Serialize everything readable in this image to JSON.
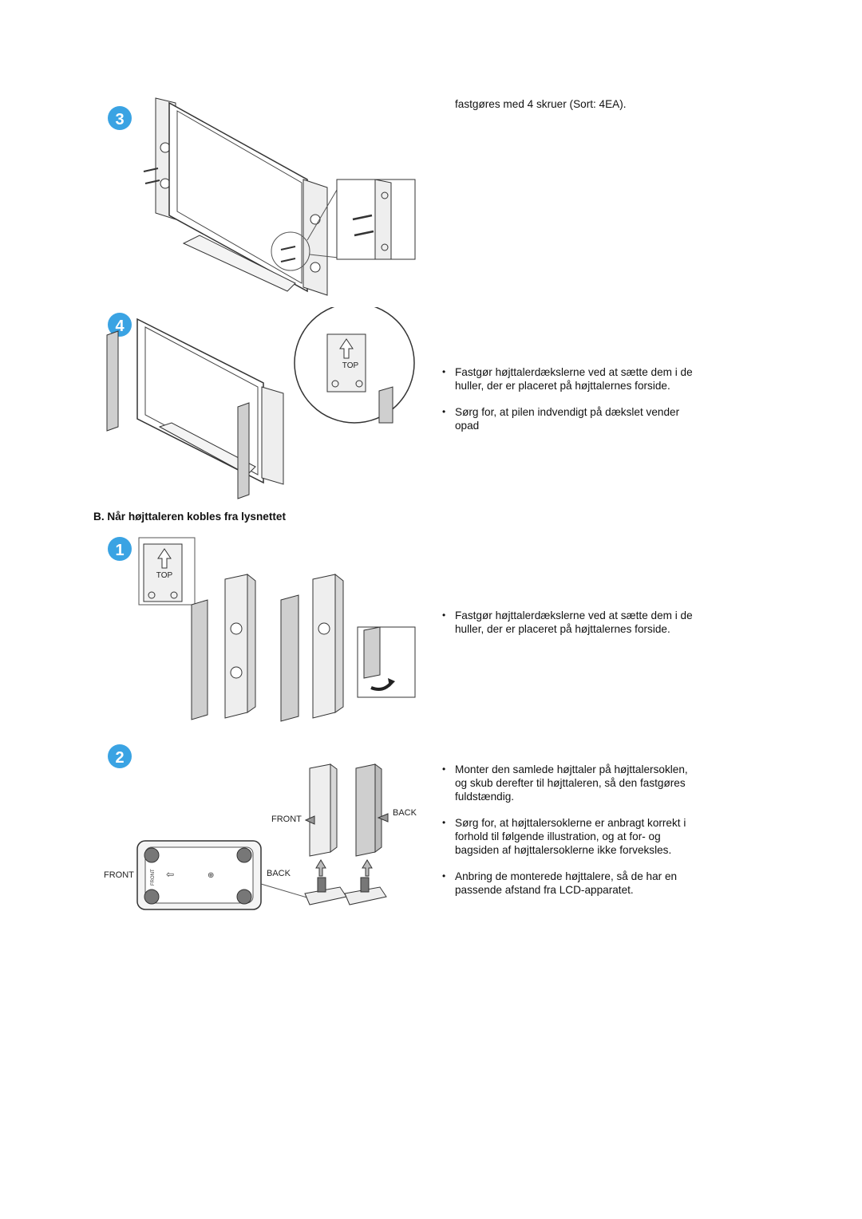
{
  "steps": {
    "s3": {
      "number": "3",
      "text": "fastgøres med 4 skruer (Sort: 4EA)."
    },
    "s4": {
      "number": "4",
      "top_label": "TOP",
      "bullets": [
        "Fastgør højttalerdækslerne ved at sætte dem i de huller, der er placeret på højttalernes forside.",
        "Sørg for, at pilen indvendigt på dækslet vender opad"
      ]
    }
  },
  "section_b": {
    "heading": "B. Når højttaleren kobles fra lysnettet",
    "step1": {
      "number": "1",
      "top_label": "TOP",
      "bullets": [
        "Fastgør højttalerdækslerne ved at sætte dem i de huller, der er placeret på højttalernes forside."
      ]
    },
    "step2": {
      "number": "2",
      "labels": {
        "front": "FRONT",
        "back": "BACK",
        "base_front": "FRONT",
        "base_back": "BACK",
        "tiny_front": "FRONT"
      },
      "bullets": [
        "Monter den samlede højttaler på højttalersoklen, og skub derefter til højttaleren, så den fastgøres fuldstændig.",
        "Sørg for, at højttalersoklerne er anbragt korrekt i forhold til følgende illustration, og at for- og bagsiden af højttalersoklerne ikke forveksles.",
        "Anbring de monterede højttalere, så de har en passende afstand fra LCD-apparatet."
      ]
    }
  },
  "colors": {
    "step_badge": "#3aa3e3",
    "line": "#333333",
    "speaker": "#cfcfcf"
  }
}
